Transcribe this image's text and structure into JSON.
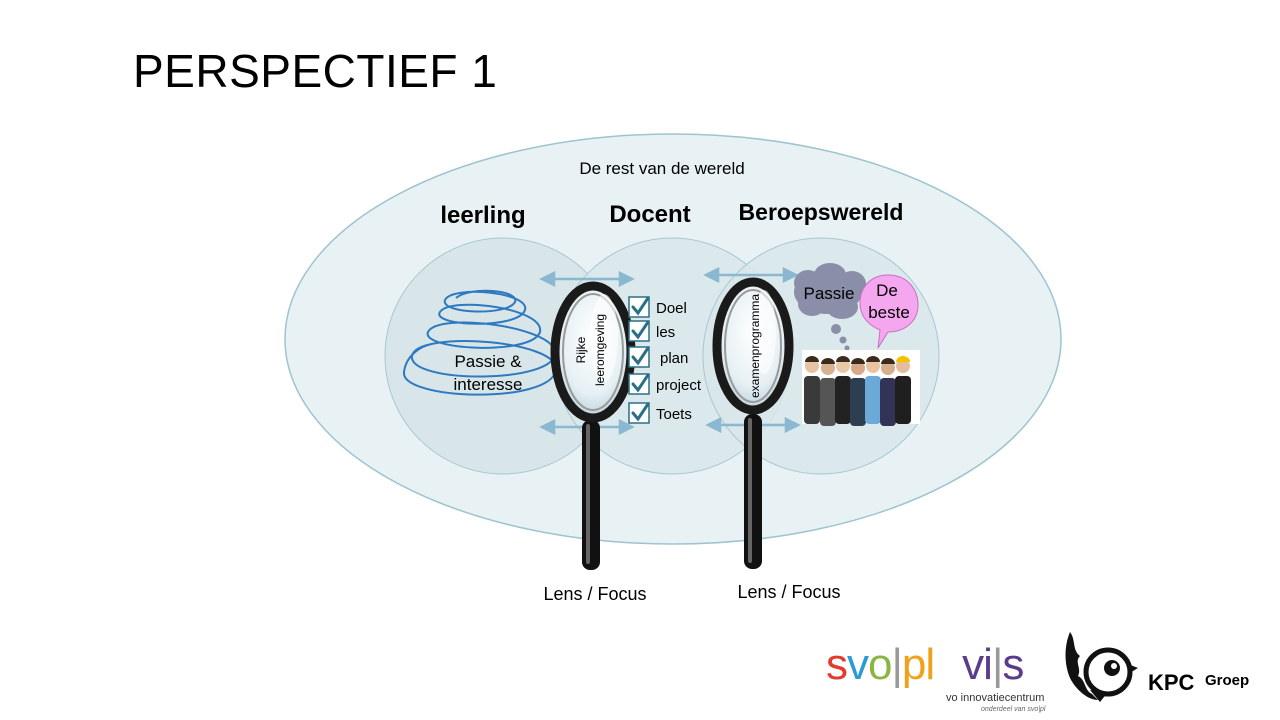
{
  "title": "PERSPECTIEF 1",
  "outer_label": "De rest van de wereld",
  "circles": {
    "left": "leerling",
    "middle": "Docent",
    "right": "Beroepswereld"
  },
  "left_content": "Passie & interesse",
  "lens_left_label": "Rijke leeromgeving",
  "lens_right_label": "examenprogramma",
  "checklist": [
    "Doel",
    "les",
    "plan",
    "project",
    "Toets"
  ],
  "thought_bubble": "Passie",
  "speech_bubble": "De beste",
  "lens_captions": [
    "Lens / Focus",
    "Lens / Focus"
  ],
  "logos": {
    "svo": "svo",
    "pl": "pl",
    "vi": "vi",
    "s": "s",
    "sub": "vo innovatiecentrum",
    "sub2": "onderdeel van svo|pl",
    "kpc": "KPC",
    "groep": "Groep"
  },
  "colors": {
    "outer_fill": "#e8f2f4",
    "outer_stroke": "#9ec4cf",
    "circle_fill": "#d8e6ea",
    "arrow": "#8ab8d0",
    "spiral": "#2f79c0",
    "check": "#2b6f86",
    "thought": "#8a8ea8",
    "speech": "#f4a7ef",
    "svo_s": "#e4392b",
    "svo_v": "#2b9ad7",
    "svo_o": "#8ab63f",
    "pl": "#f0a21c",
    "vis": "#5c3b8d"
  }
}
